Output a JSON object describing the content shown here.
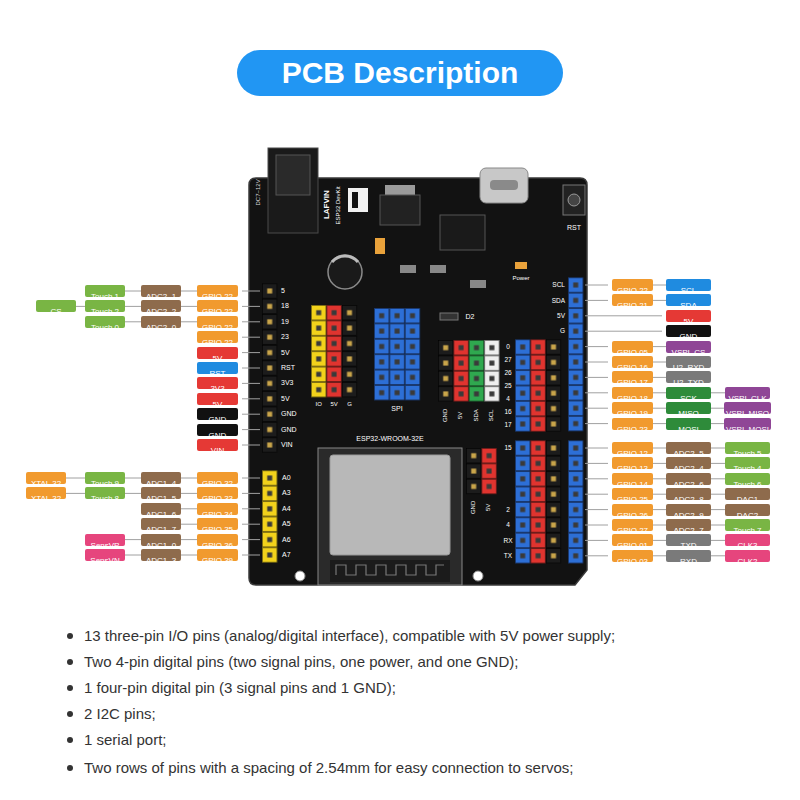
{
  "diagram": {
    "title": "PCB Description",
    "nodes": [
      {
        "text": [
          "Touch 1"
        ]
      },
      {
        "text": [
          "ADC2_1"
        ]
      },
      {
        "text": [
          "GPIO 22"
        ]
      },
      {
        "text": [
          "CS"
        ]
      },
      {
        "text": [
          "Touch 2"
        ]
      },
      {
        "text": [
          "ADC2_2"
        ]
      },
      {
        "text": [
          "GPIO 22"
        ]
      },
      {
        "text": [
          "Touch 0"
        ]
      },
      {
        "text": [
          "ADC2_0"
        ]
      },
      {
        "text": [
          "GPIO 22"
        ]
      },
      {
        "text": [
          "GPIO 22"
        ]
      },
      {
        "text": [
          "5V"
        ]
      },
      {
        "text": [
          "RST"
        ]
      },
      {
        "text": [
          "3V3"
        ]
      },
      {
        "text": [
          "5V"
        ]
      },
      {
        "text": [
          "GND"
        ]
      },
      {
        "text": [
          "GND"
        ]
      },
      {
        "text": [
          "VIN"
        ]
      },
      {
        "text": [
          "XTAL 32"
        ]
      },
      {
        "text": [
          "Touch 9"
        ]
      },
      {
        "text": [
          "ADC1_4"
        ]
      },
      {
        "text": [
          "GPIO 32"
        ]
      },
      {
        "text": [
          "XTAL 32"
        ]
      },
      {
        "text": [
          "Touch 8"
        ]
      },
      {
        "text": [
          "ADC1_5"
        ]
      },
      {
        "text": [
          "GPIO 33"
        ]
      },
      {
        "text": [
          "ADC1_6"
        ]
      },
      {
        "text": [
          "GPIO 34"
        ]
      },
      {
        "text": [
          "ADC1_7"
        ]
      },
      {
        "text": [
          "GPIO 35"
        ]
      },
      {
        "text": [
          "SensVP"
        ]
      },
      {
        "text": [
          "ADC1_0"
        ]
      },
      {
        "text": [
          "GPIO 36"
        ]
      },
      {
        "text": [
          "SensVN"
        ]
      },
      {
        "text": [
          "ADC1_3"
        ]
      },
      {
        "text": [
          "GPIO 39"
        ]
      },
      {
        "text": [
          "GPIO 22"
        ]
      },
      {
        "text": [
          "SCL"
        ]
      },
      {
        "text": [
          "GPIO 21"
        ]
      },
      {
        "text": [
          "SDA"
        ]
      },
      {
        "text": [
          "5V"
        ]
      },
      {
        "text": [
          "GND"
        ]
      },
      {
        "text": [
          "GPIO 05"
        ]
      },
      {
        "text": [
          "VSPI_CS"
        ]
      },
      {
        "text": [
          "GPIO 16"
        ]
      },
      {
        "text": [
          "U2_RXD"
        ]
      },
      {
        "text": [
          "GPIO 17"
        ]
      },
      {
        "text": [
          "U2_TXD"
        ]
      },
      {
        "text": [
          "GPIO 18"
        ]
      },
      {
        "text": [
          "SCK"
        ]
      },
      {
        "text": [
          "VSPI_CLK"
        ]
      },
      {
        "text": [
          "GPIO 19"
        ]
      },
      {
        "text": [
          "MISO"
        ]
      },
      {
        "text": [
          "VSPI_MISO"
        ]
      },
      {
        "text": [
          "GPIO 23"
        ]
      },
      {
        "text": [
          "MOSI"
        ]
      },
      {
        "text": [
          "VSPI_MOSI"
        ]
      },
      {
        "text": [
          "GPIO 12"
        ]
      },
      {
        "text": [
          "ADC2_5"
        ]
      },
      {
        "text": [
          "Touch 5"
        ]
      },
      {
        "text": [
          "GPIO 13"
        ]
      },
      {
        "text": [
          "ADC2_4"
        ]
      },
      {
        "text": [
          "Touch 4"
        ]
      },
      {
        "text": [
          "GPIO 14"
        ]
      },
      {
        "text": [
          "ADC2_6"
        ]
      },
      {
        "text": [
          "Touch 6"
        ]
      },
      {
        "text": [
          "GPIO 25"
        ]
      },
      {
        "text": [
          "ADC2_8"
        ]
      },
      {
        "text": [
          "DAC1"
        ]
      },
      {
        "text": [
          "GPIO 26"
        ]
      },
      {
        "text": [
          "ADC2_9"
        ]
      },
      {
        "text": [
          "DAC2"
        ]
      },
      {
        "text": [
          "GPIO 27"
        ]
      },
      {
        "text": [
          "ADC2_7"
        ]
      },
      {
        "text": [
          "Touch 7"
        ]
      },
      {
        "text": [
          "GPIO 01"
        ]
      },
      {
        "text": [
          "TXD"
        ]
      },
      {
        "text": [
          "CLK3"
        ]
      },
      {
        "text": [
          "GPIO 03"
        ]
      },
      {
        "text": [
          "RXD"
        ]
      },
      {
        "text": [
          "CLK2"
        ]
      }
    ],
    "edges": [
      {
        "from": 0,
        "to": 1,
        "arrow": "none"
      },
      {
        "from": 1,
        "to": 2,
        "arrow": "none"
      },
      {
        "from": 3,
        "to": 4,
        "arrow": "none"
      },
      {
        "from": 4,
        "to": 5,
        "arrow": "none"
      },
      {
        "from": 5,
        "to": 6,
        "arrow": "none"
      },
      {
        "from": 7,
        "to": 8,
        "arrow": "none"
      },
      {
        "from": 8,
        "to": 9,
        "arrow": "none"
      },
      {
        "from": 18,
        "to": 19,
        "arrow": "none"
      },
      {
        "from": 19,
        "to": 20,
        "arrow": "none"
      },
      {
        "from": 20,
        "to": 21,
        "arrow": "none"
      },
      {
        "from": 22,
        "to": 23,
        "arrow": "none"
      },
      {
        "from": 23,
        "to": 24,
        "arrow": "none"
      },
      {
        "from": 24,
        "to": 25,
        "arrow": "none"
      },
      {
        "from": 26,
        "to": 27,
        "arrow": "none"
      },
      {
        "from": 28,
        "to": 29,
        "arrow": "none"
      },
      {
        "from": 30,
        "to": 31,
        "arrow": "none"
      },
      {
        "from": 31,
        "to": 32,
        "arrow": "none"
      },
      {
        "from": 33,
        "to": 34,
        "arrow": "none"
      },
      {
        "from": 34,
        "to": 35,
        "arrow": "none"
      },
      {
        "from": 36,
        "to": 37,
        "arrow": "none"
      },
      {
        "from": 38,
        "to": 39,
        "arrow": "none"
      },
      {
        "from": 42,
        "to": 43,
        "arrow": "none"
      },
      {
        "from": 44,
        "to": 45,
        "arrow": "none"
      },
      {
        "from": 46,
        "to": 47,
        "arrow": "none"
      },
      {
        "from": 48,
        "to": 49,
        "arrow": "none"
      },
      {
        "from": 49,
        "to": 50,
        "arrow": "none"
      },
      {
        "from": 51,
        "to": 52,
        "arrow": "none"
      },
      {
        "from": 52,
        "to": 53,
        "arrow": "none"
      },
      {
        "from": 54,
        "to": 55,
        "arrow": "none"
      },
      {
        "from": 55,
        "to": 56,
        "arrow": "none"
      },
      {
        "from": 57,
        "to": 58,
        "arrow": "none"
      },
      {
        "from": 58,
        "to": 59,
        "arrow": "none"
      },
      {
        "from": 60,
        "to": 61,
        "arrow": "none"
      },
      {
        "from": 61,
        "to": 62,
        "arrow": "none"
      },
      {
        "from": 63,
        "to": 64,
        "arrow": "none"
      },
      {
        "from": 64,
        "to": 65,
        "arrow": "none"
      },
      {
        "from": 66,
        "to": 67,
        "arrow": "none"
      },
      {
        "from": 67,
        "to": 68,
        "arrow": "none"
      },
      {
        "from": 69,
        "to": 70,
        "arrow": "none"
      },
      {
        "from": 70,
        "to": 71,
        "arrow": "none"
      },
      {
        "from": 72,
        "to": 73,
        "arrow": "none"
      },
      {
        "from": 73,
        "to": 74,
        "arrow": "none"
      },
      {
        "from": 75,
        "to": 76,
        "arrow": "none"
      },
      {
        "from": 76,
        "to": 77,
        "arrow": "none"
      },
      {
        "from": 78,
        "to": 79,
        "arrow": "none"
      },
      {
        "from": 79,
        "to": 80,
        "arrow": "none"
      }
    ],
    "labels": [
      "DC7~12V",
      "LAFVIN",
      "ESP32 DevKit",
      "RST",
      "Power",
      "D2",
      "5",
      "18",
      "19",
      "23",
      "5V",
      "RST",
      "3V3",
      "5V",
      "GND",
      "GND",
      "VIN",
      "A0",
      "A3",
      "A4",
      "A5",
      "A6",
      "A7",
      "ESP32-WROOM-32E",
      "IO",
      "5V",
      "G",
      "SPI",
      "GND",
      "5V",
      "SDA",
      "SCL",
      "GND",
      "5V",
      "0",
      "27",
      "26",
      "25",
      "4",
      "16",
      "17",
      "15",
      "2",
      "4",
      "RX",
      "TX",
      "SCL",
      "SDA",
      "5V",
      "G",
      "13 three-pin I/O pins (analog/digital interface), compatible with 5V power supply;",
      "Two 4-pin digital pins (two signal pins, one power, and one GND);",
      "1 four-pin digital pin (3 signal pins and 1 GND);",
      "2 I2C pins;",
      "1 serial port;",
      "Two rows of pins with a spacing of 2.54mm for easy connection to servos;"
    ]
  }
}
